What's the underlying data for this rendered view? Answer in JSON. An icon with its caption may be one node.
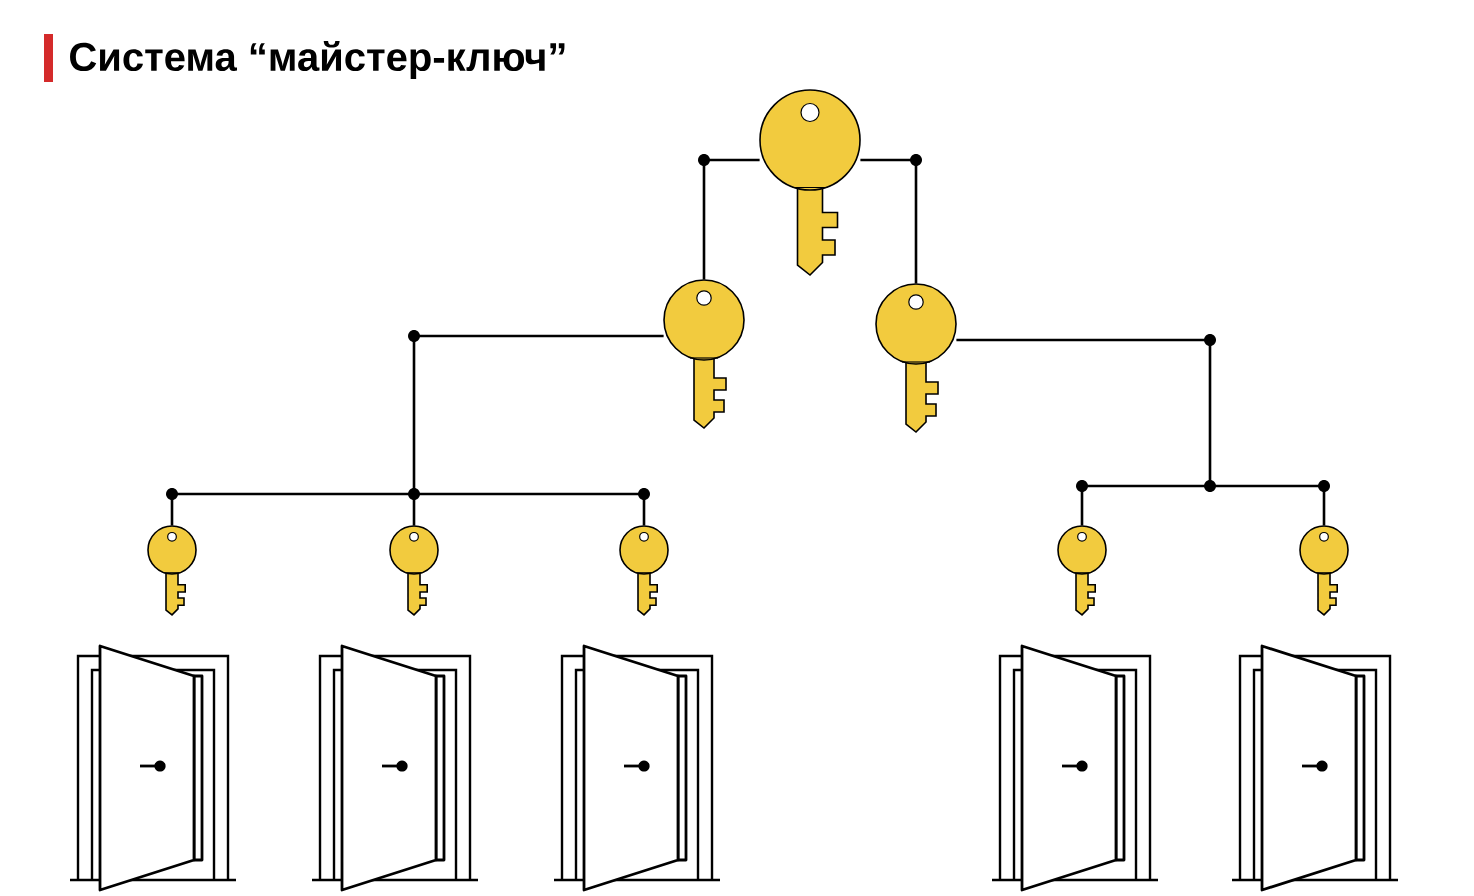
{
  "diagram": {
    "title": "Система “майстер-ключ”",
    "nodes": [
      {
        "text": [],
        "shape": "key"
      },
      {
        "text": [],
        "shape": "key"
      },
      {
        "text": [],
        "shape": "key"
      },
      {
        "text": [],
        "shape": "key"
      },
      {
        "text": [],
        "shape": "key"
      },
      {
        "text": [],
        "shape": "key"
      },
      {
        "text": [],
        "shape": "key"
      },
      {
        "text": [],
        "shape": "key"
      },
      {
        "text": [],
        "shape": "door"
      },
      {
        "text": [],
        "shape": "door"
      },
      {
        "text": [],
        "shape": "door"
      },
      {
        "text": [],
        "shape": "door"
      },
      {
        "text": [],
        "shape": "door"
      }
    ],
    "edges": [
      {
        "from": 0,
        "to": 1,
        "arrow": "none"
      },
      {
        "from": 0,
        "to": 2,
        "arrow": "none"
      },
      {
        "from": 1,
        "to": 3,
        "arrow": "none"
      },
      {
        "from": 1,
        "to": 4,
        "arrow": "none"
      },
      {
        "from": 1,
        "to": 5,
        "arrow": "none"
      },
      {
        "from": 2,
        "to": 6,
        "arrow": "none"
      },
      {
        "from": 2,
        "to": 7,
        "arrow": "none"
      }
    ]
  }
}
